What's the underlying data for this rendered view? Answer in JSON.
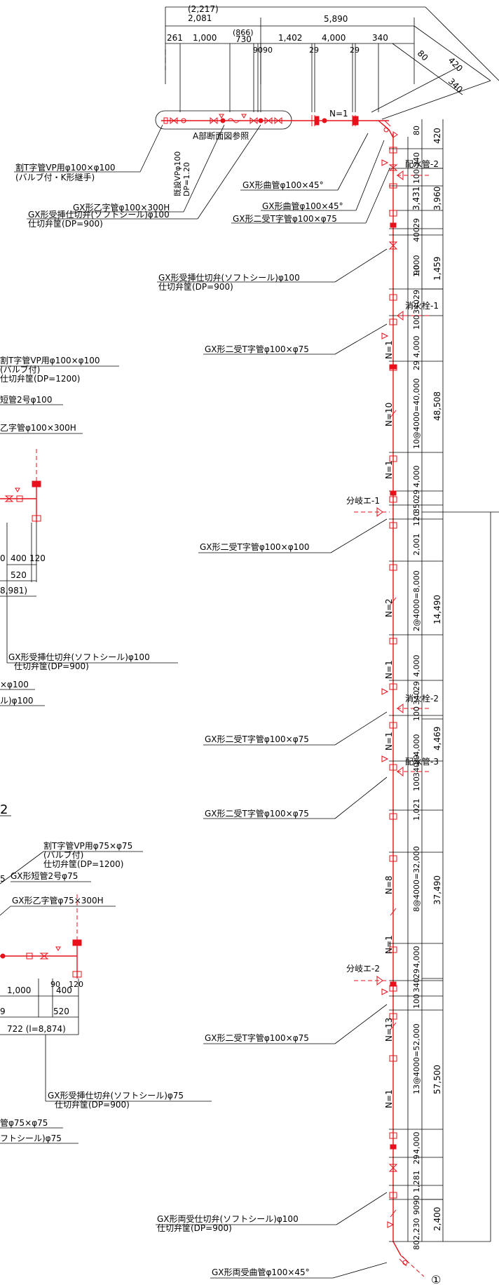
{
  "top_dims": {
    "overall_paren": "(2,217)",
    "overall": "2,081",
    "seg_a": "5,890",
    "sub_paren": "(866)",
    "d261": "261",
    "d1000": "1,000",
    "d730": "730",
    "d9090": "9090",
    "d1402": "1,402",
    "d4000": "4,000",
    "d340": "340",
    "d29a": "29",
    "d29b": "29",
    "diag80": "80",
    "diag420": "420",
    "diag340": "340"
  },
  "upper_labels": {
    "n1_top": "N=1",
    "section_ref": "A部断面図参照",
    "existing_vp": "既設VPφ100",
    "existing_dp": "DP=1.20",
    "wari_l1": "割T字管VP用φ100×φ100",
    "wari_l2": "(バルブ付・K形継手)",
    "gx_otsu": "GX形乙字管φ100×300H",
    "gx_uke_l1": "GX形受挿仕切弁(ソフトシール)φ100",
    "gx_uke_l2": "仕切弁筐(DP=900)",
    "gx_magari1": "GX形曲管φ100×45°",
    "gx_magari2": "GX形曲管φ100×45°",
    "gx_niju1": "GX形二受T字管φ100×φ75",
    "gx_uke2_l1": "GX形受挿仕切弁(ソフトシール)φ100",
    "gx_uke2_l2": "仕切弁筐(DP=900)",
    "gx_niju2": "GX形二受T字管φ100×φ75",
    "gx_niju3": "GX形二受T字管φ100×φ100",
    "gx_niju4": "GX形二受T字管φ100×φ75",
    "gx_niju5": "GX形二受T字管φ100×φ75",
    "gx_niju6": "GX形二受T字管φ100×φ75",
    "gx_ryou_l1": "GX形両受仕切弁(ソフトシール)φ100",
    "gx_ryou_l2": "仕切弁筐(DP=900)",
    "gx_ryou_magari": "GX形両受曲管φ100×45°",
    "circle_1": "①"
  },
  "fixtures": {
    "haisui2": "配水管-2",
    "shoka1": "消火栓-1",
    "bunki1": "分岐エ-1",
    "shoka2": "消火栓-2",
    "haisui3": "配水管-3",
    "bunki2": "分岐エ-2"
  },
  "n_labels": {
    "n1a": "N=1",
    "n10": "N=10",
    "n1b": "N=1",
    "n2": "N=2",
    "n1c": "N=1",
    "n1d": "N=1",
    "n8": "N=8",
    "n1e": "N=1",
    "n13": "N=13",
    "n1f": "N=1"
  },
  "vdims_inner": {
    "v80": "80",
    "v340a": "340",
    "v100a": "100",
    "v29a": "29",
    "v400": "400",
    "v90a": "90",
    "v1000": "1,000",
    "v29b": "29",
    "v340b": "340",
    "v100b": "100",
    "v4000a": "4,000",
    "v29c": "29",
    "v10at": "10@4000=40,000",
    "v4000b": "4,000",
    "v29d": "29",
    "v350": "350",
    "v120": "120",
    "v2001": "2,001",
    "v2at": "2@4000=8,000",
    "v4000c": "4,000",
    "v29e": "29",
    "v340c": "340",
    "v100c": "100",
    "v4000d": "4,000",
    "v29f": "29",
    "v340d": "340",
    "v100d": "100",
    "v1021": "1,021",
    "v8at": "8@4000=32,000",
    "v4000e": "4,000",
    "v29g": "29",
    "v340e": "340",
    "v100e": "100",
    "v13at": "13@4000=52,000",
    "v4000f": "4,000",
    "v29h": "29",
    "v1281": "1,281",
    "v9090": "9090",
    "v2230": "2,230",
    "v80b": "80"
  },
  "vdims_outer": {
    "o420": "420",
    "o3960": "3,960",
    "o3431": "3,431",
    "o1459": "1,459",
    "o48508": "48,508",
    "o14490": "14,490",
    "o4469": "4,469",
    "o37490": "37,490",
    "o57500": "57,500",
    "o2400": "2,400"
  },
  "left_panel": {
    "wari_l1": "割T字管VP用φ100×φ100",
    "wari_l2": "(バルブ付)",
    "wari_l3": "仕切弁筐(DP=1200)",
    "tankan": "短管2号φ100",
    "otsu": "乙字管φ100×300H",
    "d400": "400",
    "d120": "120",
    "d520": "520",
    "d8981": "8,981)",
    "d0": "0",
    "uke_l1": "GX形受挿仕切弁(ソフトシール)φ100",
    "uke_l2": "仕切弁筐(DP=900)",
    "cut1": "×φ100",
    "cut2": "ル)φ100",
    "section_no": "2",
    "wari75_l1": "割T字管VP用φ75×φ75",
    "wari75_l2": "(バルブ付)",
    "wari75_l3": "仕切弁筐(DP=1200)",
    "tankan75": "GX形短管2号φ75",
    "cut5": "5",
    "otsu75": "GX形乙字管φ75×300H",
    "d1000b": "1,000",
    "d400b": "400",
    "d90": "90",
    "d120b": "120",
    "d9": "9",
    "d520b": "520",
    "d722": "722 (l=8,874)",
    "uke75_l1": "GX形受挿仕切弁(ソフトシール)φ75",
    "uke75_l2": "仕切弁筐(DP=900)",
    "cut3": "管φ75×φ75",
    "cut4": "フトシール)φ75"
  }
}
